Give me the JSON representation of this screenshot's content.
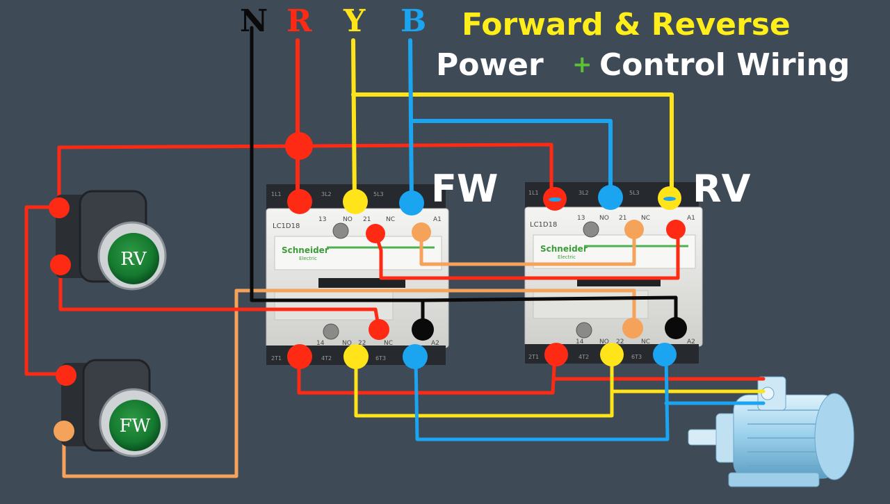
{
  "title": {
    "line1": "Forward & Reverse",
    "line2_left": "Power",
    "line2_plus": "+",
    "line2_right": "Control Wiring"
  },
  "phases": {
    "n": "N",
    "r": "R",
    "y": "Y",
    "b": "B"
  },
  "contactors": {
    "fw": {
      "tag": "FW",
      "model": "LC1D18",
      "brand": "Schneider",
      "brand_sub": "Electric",
      "top_labels": [
        "13",
        "NO",
        "21",
        "NC",
        "A1"
      ],
      "bottom_labels": [
        "14",
        "NO",
        "22",
        "NC",
        "A2"
      ],
      "power_top": [
        "1L1",
        "3L2",
        "5L3"
      ],
      "power_bottom": [
        "2T1",
        "4T2",
        "6T3"
      ]
    },
    "rv": {
      "tag": "RV",
      "model": "LC1D18",
      "brand": "Schneider",
      "brand_sub": "Electric",
      "top_labels": [
        "13",
        "NO",
        "21",
        "NC",
        "A1"
      ],
      "bottom_labels": [
        "14",
        "NO",
        "22",
        "NC",
        "A2"
      ],
      "power_top": [
        "1L1",
        "3L2",
        "5L3"
      ],
      "power_bottom": [
        "2T1",
        "4T2",
        "6T3"
      ]
    }
  },
  "buttons": {
    "rv": "RV",
    "fw": "FW"
  },
  "colors": {
    "background": "#3f4a57",
    "red": "#ff2a14",
    "yellow": "#ffe41a",
    "blue": "#1ba4f0",
    "black": "#0a0a0a",
    "orange": "#f5a25a",
    "green": "#5bc236",
    "white": "#ffffff",
    "title_yellow": "#ffee1a"
  }
}
